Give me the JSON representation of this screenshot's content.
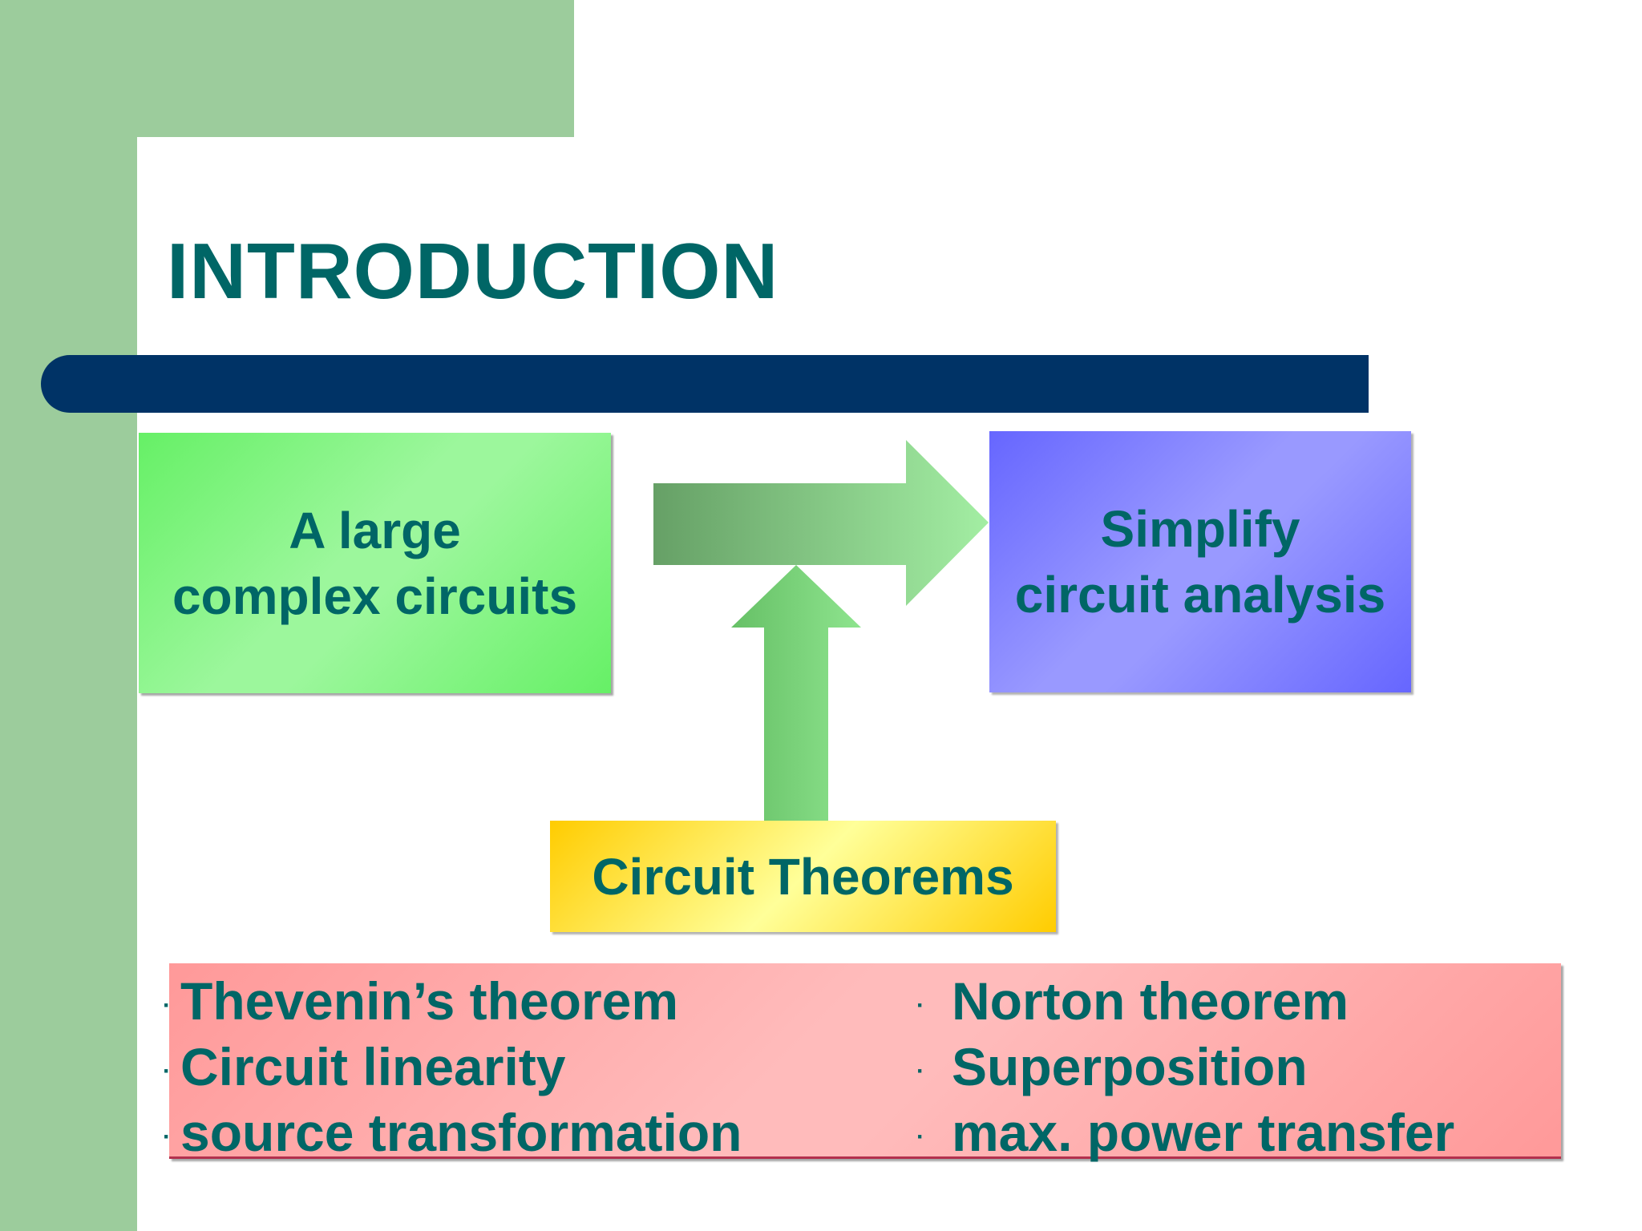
{
  "slide": {
    "title": "INTRODUCTION",
    "source_box": {
      "line1": "A large",
      "line2": "complex circuits"
    },
    "target_box": {
      "line1": "Simplify",
      "line2": "circuit analysis"
    },
    "theorems_box": {
      "label": "Circuit Theorems"
    },
    "theorem_list": {
      "bullet": "·",
      "left": [
        "Thevenin’s theorem",
        "Circuit linearity",
        "source transformation"
      ],
      "right": [
        "Norton theorem",
        "Superposition",
        "max. power transfer"
      ]
    }
  },
  "colors": {
    "title_text": "#006666",
    "green_frame": "#9ccc9c",
    "navy_bar": "#003366",
    "source_box": "#66f066",
    "target_box": "#6666ff",
    "theorems_box": "#ffcc00",
    "list_box": "#ff9999"
  }
}
